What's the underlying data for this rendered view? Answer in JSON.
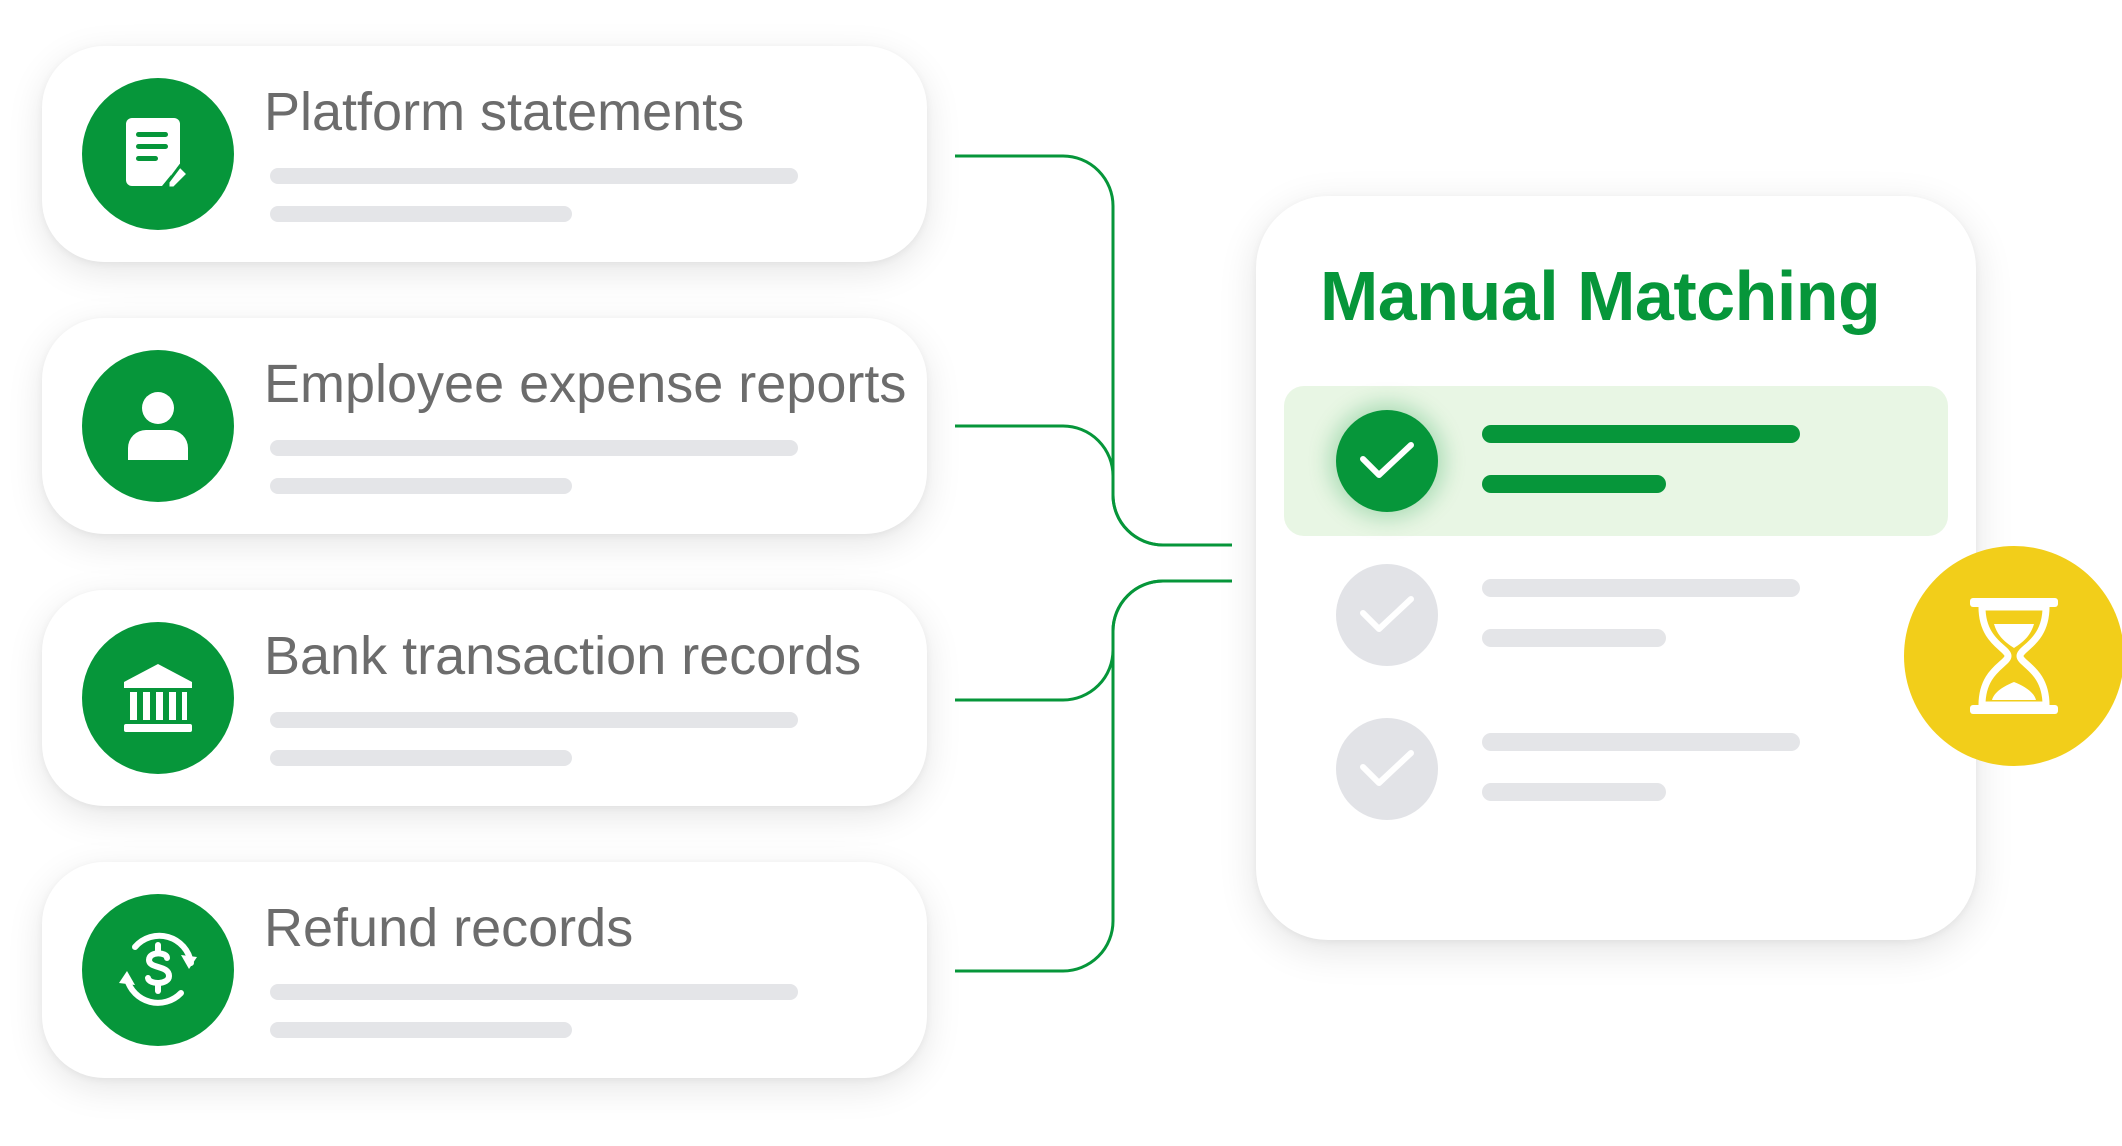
{
  "sources": [
    {
      "title": "Platform statements",
      "icon": "document-icon"
    },
    {
      "title": "Employee expense reports",
      "icon": "user-icon"
    },
    {
      "title": "Bank transaction records",
      "icon": "bank-icon"
    },
    {
      "title": "Refund records",
      "icon": "refund-dollar-icon"
    }
  ],
  "panel": {
    "title": "Manual Matching",
    "rows": [
      {
        "status": "matched",
        "icon": "check-icon"
      },
      {
        "status": "pending",
        "icon": "check-icon"
      },
      {
        "status": "pending",
        "icon": "check-icon"
      }
    ],
    "badge_icon": "hourglass-icon"
  },
  "colors": {
    "brand_green": "#06963a",
    "highlight_green": "#e8f6e4",
    "placeholder_gray": "#e4e5e8",
    "title_gray": "#6c6c6c",
    "badge_yellow": "#f2ce1a"
  }
}
